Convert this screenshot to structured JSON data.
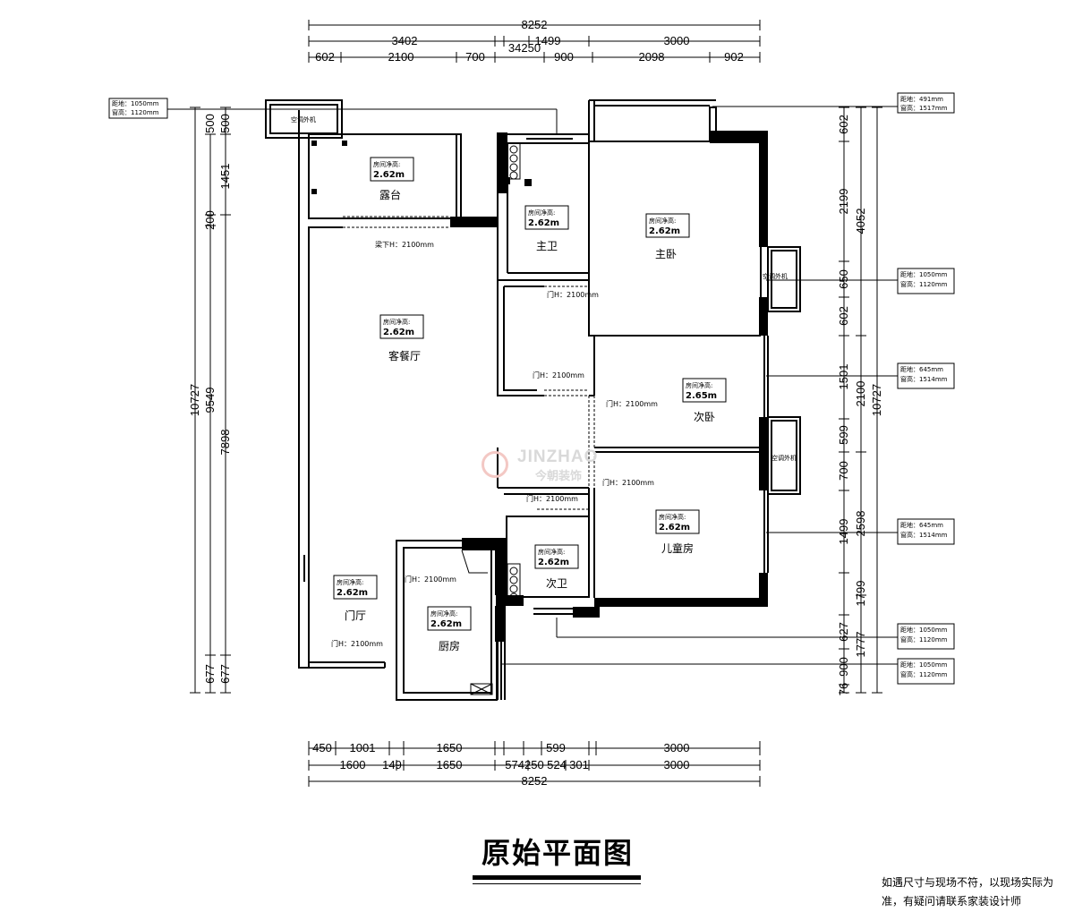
{
  "title": "原始平面图",
  "note": [
    "如遇尺寸与现场不符，以现场实际为",
    "准，有疑问请联系家装设计师"
  ],
  "watermark": {
    "brand": "JINZHAO",
    "sub": "今朝装饰"
  },
  "top_dims": {
    "total": "8252",
    "row2": [
      "3402",
      "1499",
      "3000"
    ],
    "row2_extra": "34250",
    "row3": [
      "602",
      "2100",
      "700",
      "900",
      "2098",
      "902"
    ]
  },
  "bottom_dims": {
    "row1": [
      "450",
      "1001",
      "1650",
      "599",
      "3000"
    ],
    "row2": [
      "1600",
      "149",
      "1650",
      "574250",
      "524",
      "301",
      "3000"
    ],
    "total": "8252"
  },
  "left_dims": {
    "outer": "10727",
    "middle": "9549",
    "inner": "7898",
    "top_a": "500",
    "top_b": "500",
    "seg_1451": "1451",
    "seg_200": "200",
    "bot_a": "677",
    "bot_b": "677"
  },
  "right_dims": {
    "col1": [
      "602",
      "2199",
      "650",
      "602",
      "1501",
      "599",
      "700",
      "1499",
      "1799",
      "627",
      "900",
      "76"
    ],
    "col2": [
      "4052",
      "2100",
      "2598",
      "1777"
    ],
    "col3": "10727"
  },
  "rooms": {
    "terrace": "露台",
    "living": "客餐厅",
    "master_bath": "主卫",
    "master_bed": "主卧",
    "second_bed": "次卧",
    "child_room": "儿童房",
    "second_bath": "次卫",
    "kitchen": "厨房",
    "foyer": "门厅"
  },
  "height_label": "房间净高:",
  "heights": {
    "terrace": "2.62m",
    "living": "2.62m",
    "master_bath": "2.62m",
    "master_bed": "2.62m",
    "second_bed": "2.65m",
    "child_room": "2.62m",
    "second_bath": "2.62m",
    "kitchen": "2.62m",
    "foyer": "2.62m"
  },
  "ac_label": "空调外机",
  "beam_label": "梁下H：2100mm",
  "door_label": "门H：2100mm",
  "windows": [
    {
      "dist": "距地：1050mm",
      "height": "窗高：1120mm"
    },
    {
      "dist": "距地：491mm",
      "height": "窗高：1517mm"
    },
    {
      "dist": "距地：1050mm",
      "height": "窗高：1120mm"
    },
    {
      "dist": "距地：645mm",
      "height": "窗高：1514mm"
    },
    {
      "dist": "距地：645mm",
      "height": "窗高：1514mm"
    },
    {
      "dist": "距地：1050mm",
      "height": "窗高：1120mm"
    },
    {
      "dist": "距地：1050mm",
      "height": "窗高：1120mm"
    }
  ]
}
